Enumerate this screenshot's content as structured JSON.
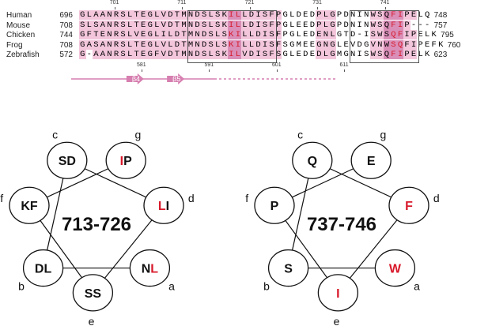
{
  "alignment": {
    "rows": [
      {
        "species": "Human",
        "start": "696",
        "seq": "GLAANRSLTEGLVDTMNDSLSKILLDISFPGLDEDPLGPDNINWSQFIPELQ",
        "end": "748"
      },
      {
        "species": "Mouse",
        "start": "708",
        "seq": "SLSANRSLTEGLVDTMNDSLSKILLDISFPGLEEDPLGPDNINWSQFIP---",
        "end": "757"
      },
      {
        "species": "Chicken",
        "start": "744",
        "seq": "GFTENRSLVEGLILDTMNDSLSKILLDISFPGLEDENLGTD-ISWSQFIPELK",
        "end": "795"
      },
      {
        "species": "Frog",
        "start": "708",
        "seq": "GASANRSLTEGLVLDTMNDSLSKILLDISFSGMEEGNGLEVDGVNWSQFIPEFK",
        "end": "760"
      },
      {
        "species": "Zebrafish",
        "start": "572",
        "seq": "G-AANRSLTEGFVDTMNDSLSKILVDISFSGLEDEDLGMGNISWSQFIPELK",
        "end": "623"
      }
    ],
    "top_ticks": [
      "701",
      "711",
      "721",
      "731",
      "741"
    ],
    "bottom_ticks": [
      "581",
      "591",
      "601",
      "611"
    ],
    "strands": [
      "β4",
      "β5"
    ],
    "colors": {
      "pink": "#f3c6dc",
      "dark": "#d98fb8",
      "strand": "#d67fb0",
      "red": "#d8192b"
    }
  },
  "helices": [
    {
      "label": "713-726",
      "positions": [
        {
          "pos": "g",
          "res": [
            {
              "t": "I",
              "red": true
            },
            {
              "t": "P",
              "red": false
            }
          ]
        },
        {
          "pos": "d",
          "res": [
            {
              "t": "L",
              "red": true
            },
            {
              "t": "I",
              "red": false
            }
          ]
        },
        {
          "pos": "a",
          "res": [
            {
              "t": "N",
              "red": false
            },
            {
              "t": "L",
              "red": true
            }
          ]
        },
        {
          "pos": "e",
          "res": [
            {
              "t": "SS",
              "red": false
            }
          ]
        },
        {
          "pos": "b",
          "res": [
            {
              "t": "DL",
              "red": false
            }
          ]
        },
        {
          "pos": "f",
          "res": [
            {
              "t": "KF",
              "red": false
            }
          ]
        },
        {
          "pos": "c",
          "res": [
            {
              "t": "SD",
              "red": false
            }
          ]
        }
      ]
    },
    {
      "label": "737-746",
      "positions": [
        {
          "pos": "g",
          "res": [
            {
              "t": "E",
              "red": false
            }
          ]
        },
        {
          "pos": "d",
          "res": [
            {
              "t": "F",
              "red": true
            }
          ]
        },
        {
          "pos": "a",
          "res": [
            {
              "t": "W",
              "red": true
            }
          ]
        },
        {
          "pos": "e",
          "res": [
            {
              "t": "I",
              "red": true
            }
          ]
        },
        {
          "pos": "b",
          "res": [
            {
              "t": "S",
              "red": false
            }
          ]
        },
        {
          "pos": "f",
          "res": [
            {
              "t": "P",
              "red": false
            }
          ]
        },
        {
          "pos": "c",
          "res": [
            {
              "t": "Q",
              "red": false
            }
          ]
        }
      ]
    }
  ]
}
